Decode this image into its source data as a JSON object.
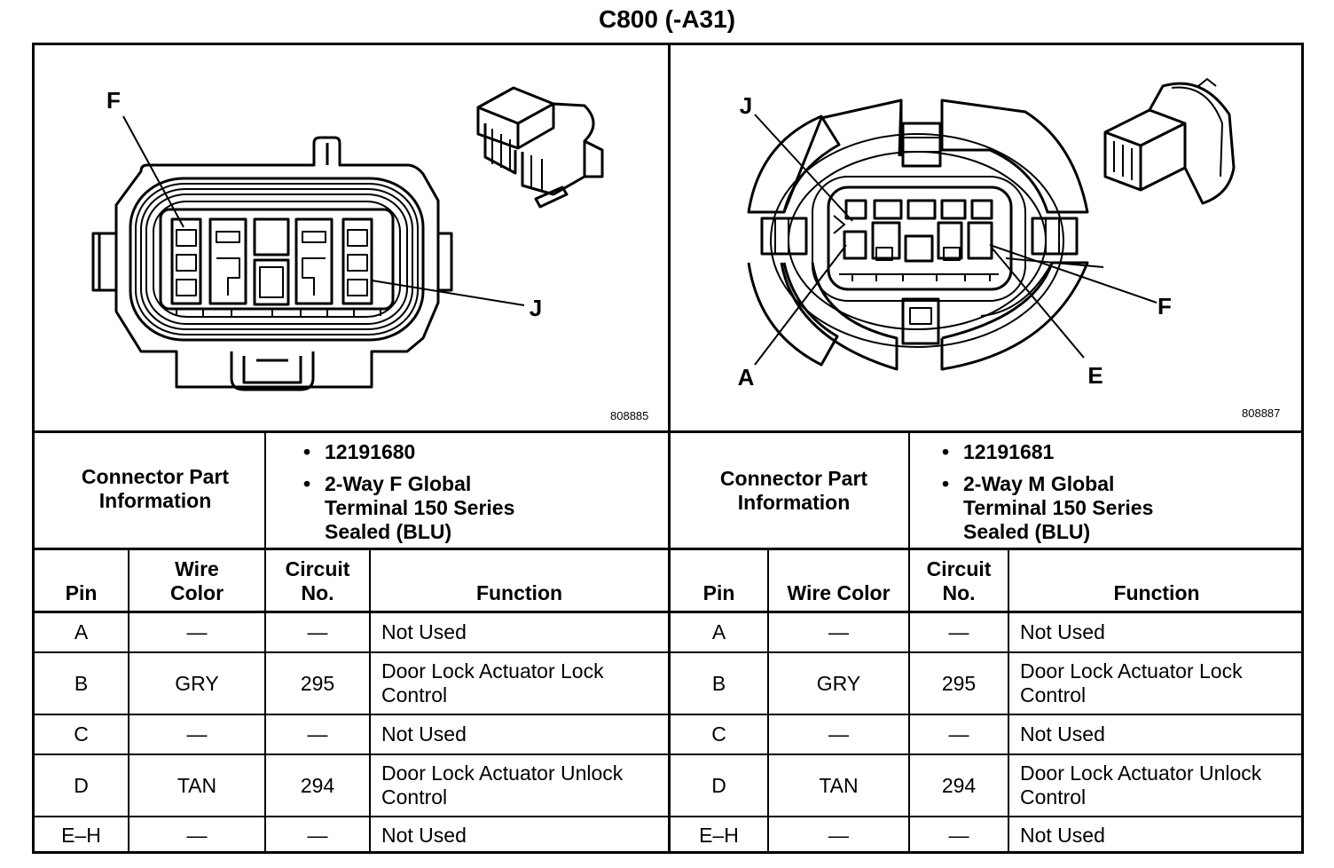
{
  "title": "C800 (-A31)",
  "connectors": [
    {
      "figure_id": "808885",
      "callouts": [
        "F",
        "J"
      ],
      "part_info_label": "Connector Part Information",
      "part_info": [
        "12191680",
        "2-Way F Global\nTerminal 150 Series\nSealed (BLU)"
      ],
      "headers": {
        "pin": "Pin",
        "wire_color": "Wire\nColor",
        "circuit": "Circuit\nNo.",
        "function": "Function"
      },
      "rows": [
        {
          "pin": "A",
          "wire_color": "—",
          "circuit": "—",
          "function": "Not Used"
        },
        {
          "pin": "B",
          "wire_color": "GRY",
          "circuit": "295",
          "function": "Door Lock Actuator Lock\nControl"
        },
        {
          "pin": "C",
          "wire_color": "—",
          "circuit": "—",
          "function": "Not Used"
        },
        {
          "pin": "D",
          "wire_color": "TAN",
          "circuit": "294",
          "function": "Door Lock Actuator Unlock\nControl"
        },
        {
          "pin": "E–H",
          "wire_color": "—",
          "circuit": "—",
          "function": "Not Used"
        }
      ]
    },
    {
      "figure_id": "808887",
      "callouts": [
        "J",
        "F",
        "A",
        "E"
      ],
      "part_info_label": "Connector Part Information",
      "part_info": [
        "12191681",
        "2-Way M Global\nTerminal 150 Series\nSealed (BLU)"
      ],
      "headers": {
        "pin": "Pin",
        "wire_color": "Wire Color",
        "circuit": "Circuit\nNo.",
        "function": "Function"
      },
      "rows": [
        {
          "pin": "A",
          "wire_color": "—",
          "circuit": "—",
          "function": "Not Used"
        },
        {
          "pin": "B",
          "wire_color": "GRY",
          "circuit": "295",
          "function": "Door Lock Actuator Lock\nControl"
        },
        {
          "pin": "C",
          "wire_color": "—",
          "circuit": "—",
          "function": "Not Used"
        },
        {
          "pin": "D",
          "wire_color": "TAN",
          "circuit": "294",
          "function": "Door Lock Actuator Unlock\nControl"
        },
        {
          "pin": "E–H",
          "wire_color": "—",
          "circuit": "—",
          "function": "Not Used"
        }
      ]
    }
  ]
}
